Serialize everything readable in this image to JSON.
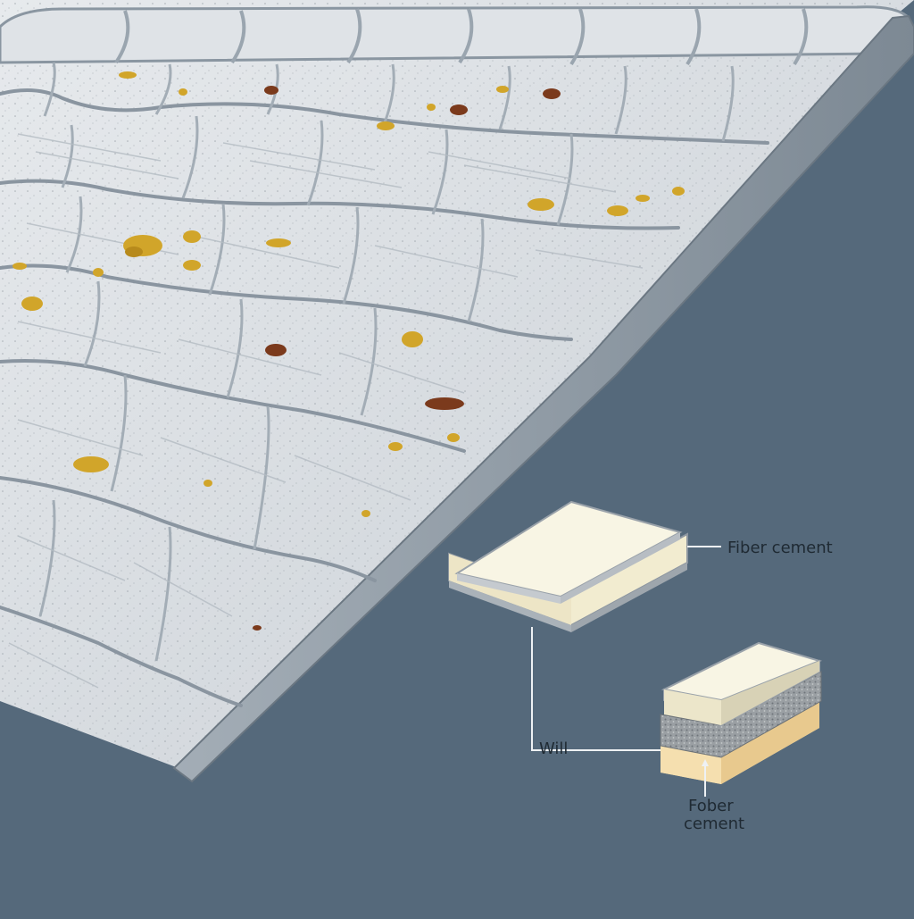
{
  "labels": {
    "top_right": "Fiber cement",
    "left": "Will",
    "bottom_line1": "Fober",
    "bottom_line2": "cement"
  },
  "colors": {
    "background": "#55697b",
    "tile": "#d6dbe0",
    "tile_edge": "#8a96a1",
    "lichen_yellow": "#d1a52a",
    "lichen_brown": "#7b3a1c",
    "panel_face": "#f6f3e1",
    "panel_core": "#f0d9a8",
    "panel_grey": "#9aa0a4"
  }
}
